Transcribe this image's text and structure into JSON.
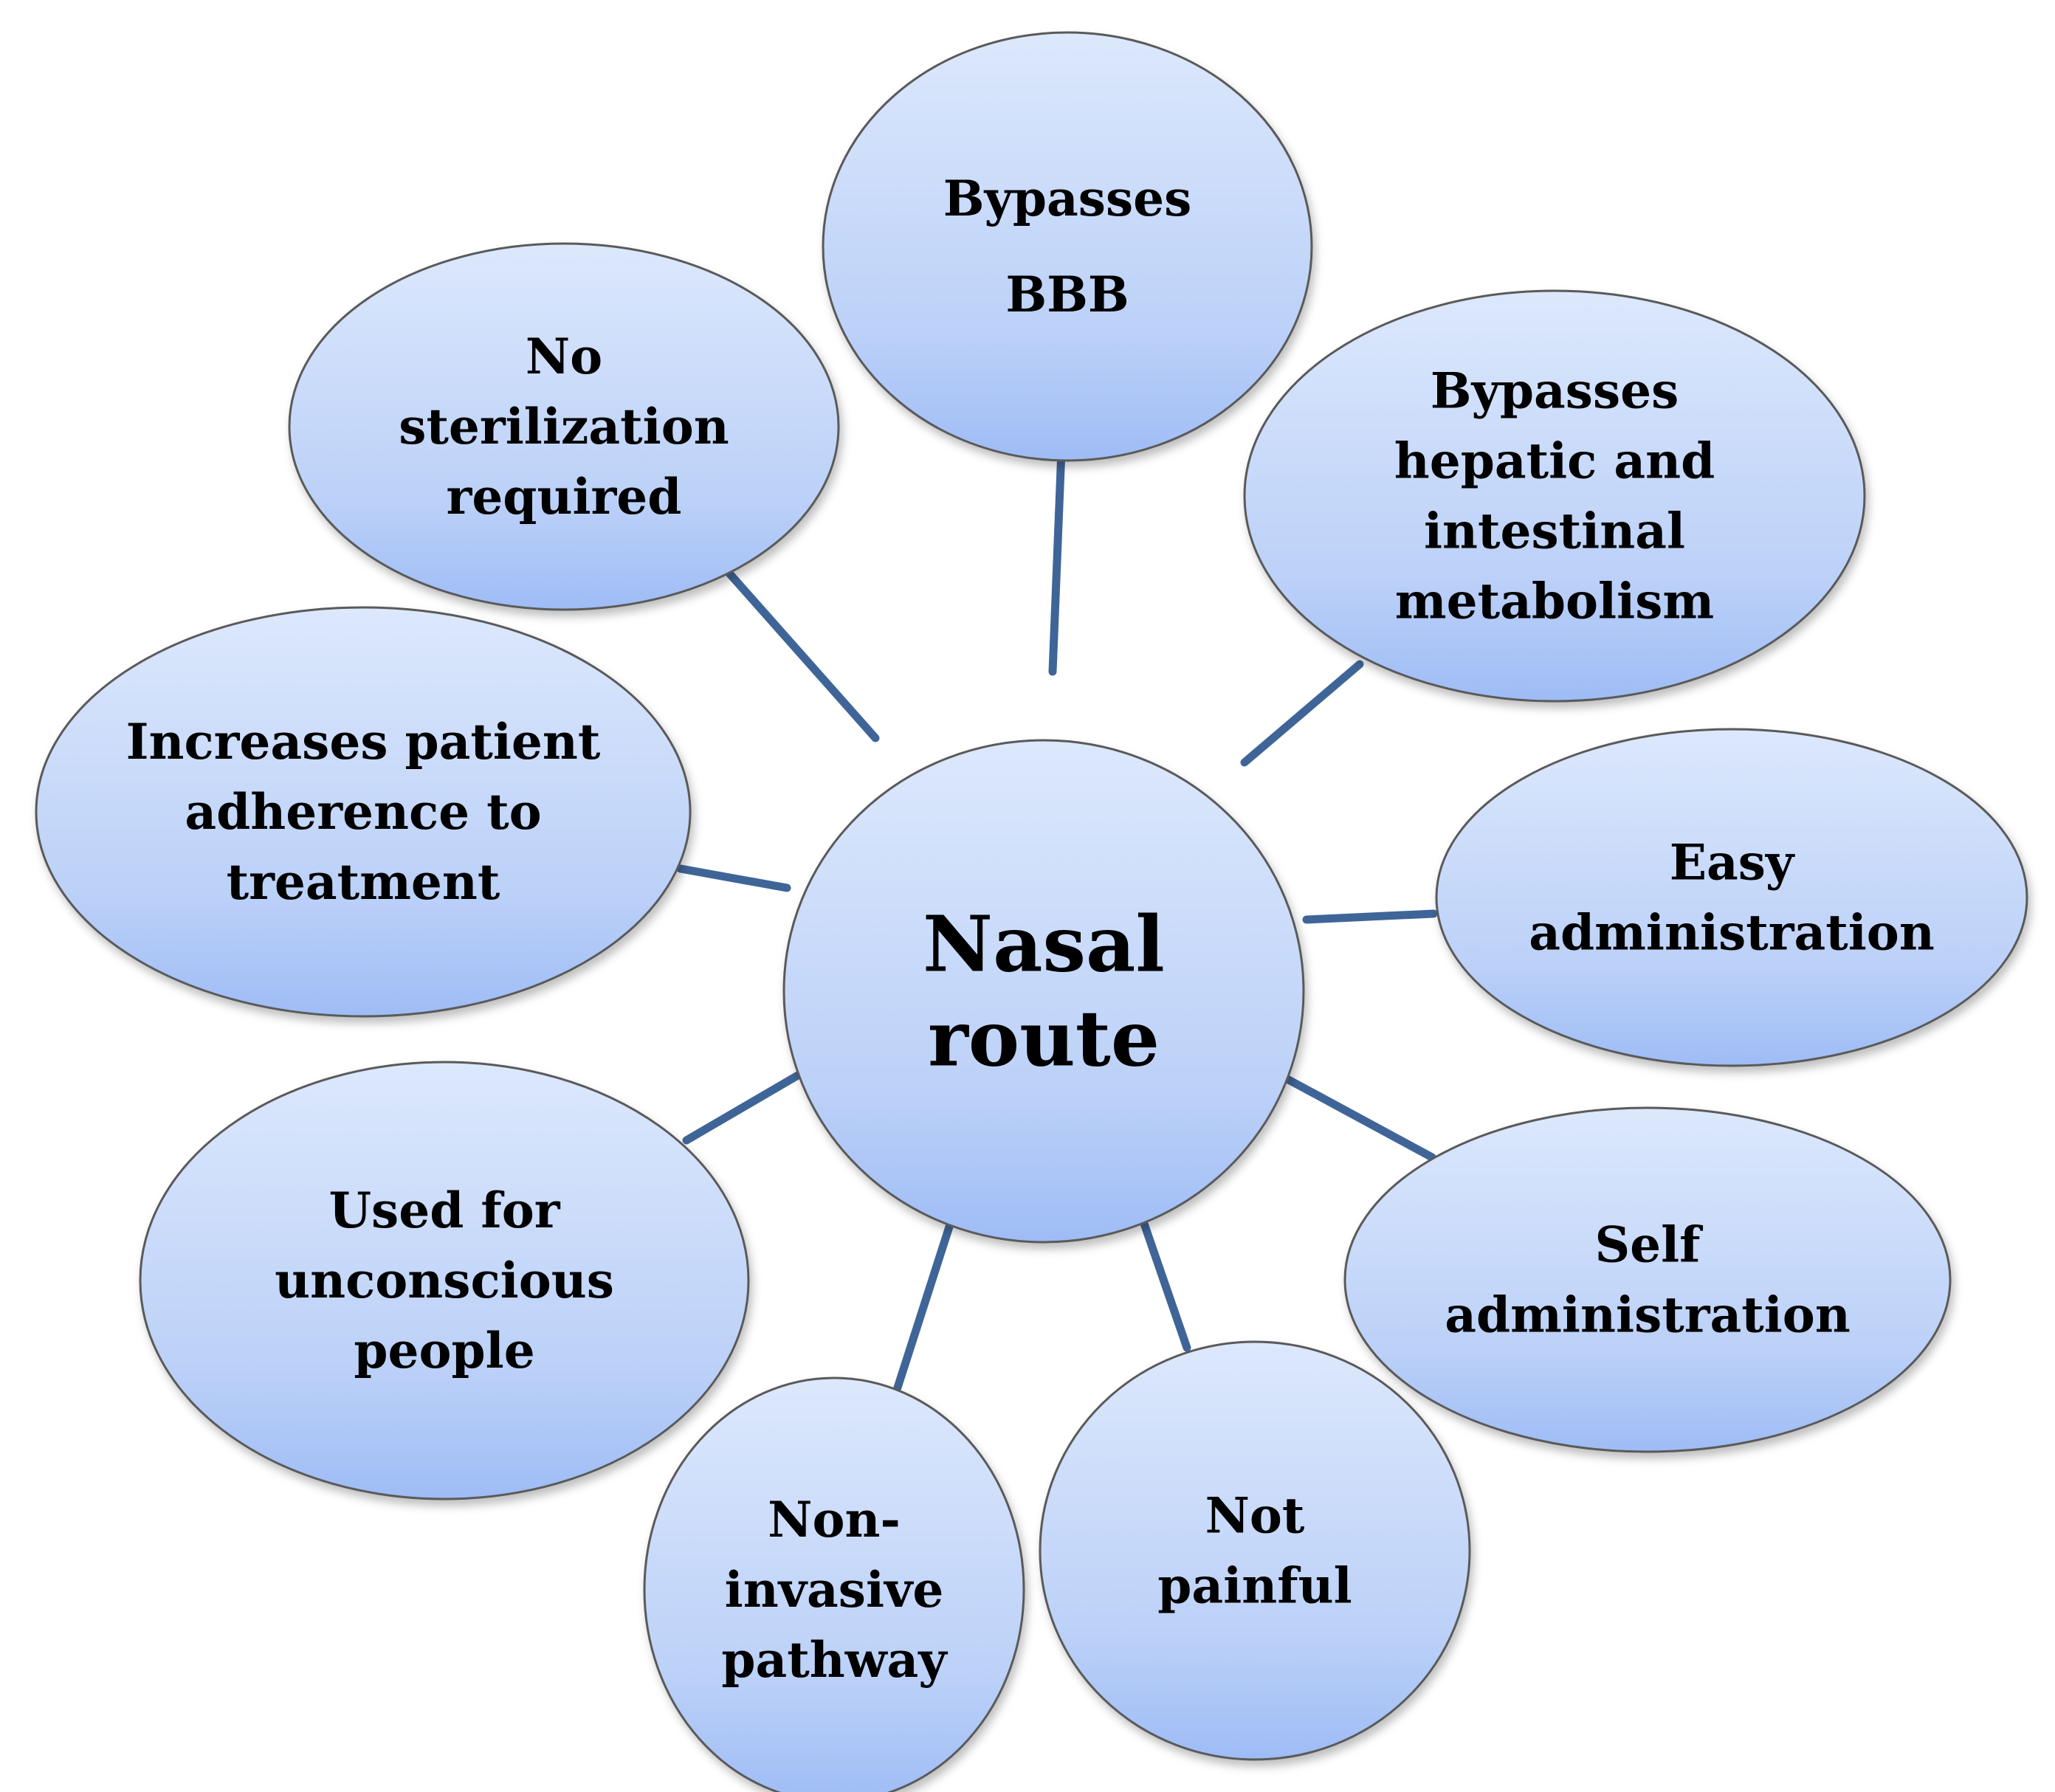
{
  "colors": {
    "bubble_top": "#dce8fc",
    "bubble_bottom": "#9ebcf5",
    "bubble_stroke": "#5a5a5a",
    "connector": "#3f6598",
    "text": "#000000"
  },
  "center": {
    "lines": [
      "Nasal",
      "route"
    ]
  },
  "bubbles": [
    {
      "id": "bypasses-bbb",
      "lines": [
        "Bypasses",
        "BBB"
      ]
    },
    {
      "id": "bypasses-hepatic",
      "lines": [
        "Bypasses",
        "hepatic and",
        "intestinal",
        "metabolism"
      ]
    },
    {
      "id": "easy-administration",
      "lines": [
        "Easy",
        "administration"
      ]
    },
    {
      "id": "self-administration",
      "lines": [
        "Self",
        "administration"
      ]
    },
    {
      "id": "not-painful",
      "lines": [
        "Not",
        "painful"
      ]
    },
    {
      "id": "non-invasive",
      "lines": [
        "Non-",
        "invasive",
        "pathway"
      ]
    },
    {
      "id": "unconscious-people",
      "lines": [
        "Used for",
        "unconscious",
        "people"
      ]
    },
    {
      "id": "patient-adherence",
      "lines": [
        "Increases patient",
        "adherence to",
        "treatment"
      ]
    },
    {
      "id": "no-sterilization",
      "lines": [
        "No",
        "sterilization",
        "required"
      ]
    }
  ]
}
